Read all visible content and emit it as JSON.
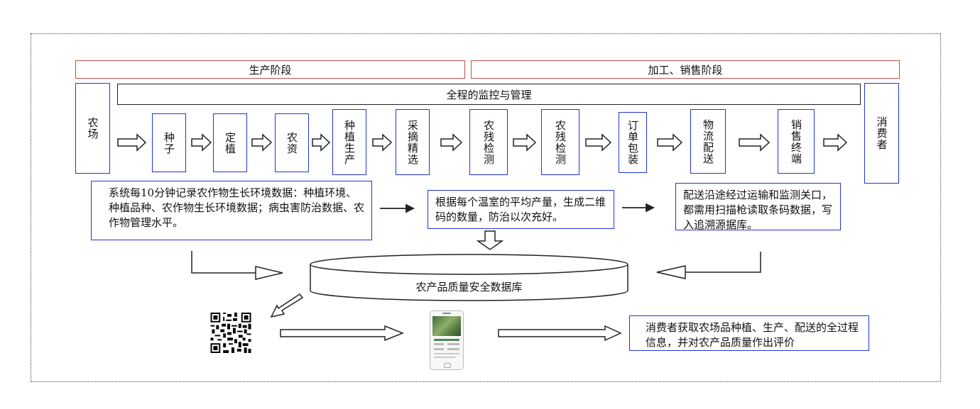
{
  "phases": {
    "production": "生产阶段",
    "processing_sales": "加工、销售阶段"
  },
  "monitor_label": "全程的监控与管理",
  "chain": {
    "farm": "农场",
    "seed": "种子",
    "planting": "定植",
    "inputs": "农资",
    "growing": "种植生产",
    "harvest": "采摘精选",
    "residue_test_1": "农残检测",
    "residue_test_2": "农残检测",
    "order_packing": "订单包装",
    "logistics": "物流配送",
    "retail": "销售终端",
    "consumer": "消费者"
  },
  "notes": {
    "sensor": "系统每10分钟记录农作物生长环境数据：种植环境、种植品种、农作物生长环境数据；病虫害防治数据、农作物管理水平。",
    "qrcode": "根据每个温室的平均产量，生成二维码的数量，防治以次充好。",
    "transport": "配送沿途经过运输和监测关口，都需用扫描枪读取条码数据，写入追溯源据库。"
  },
  "database": "农产品质量安全数据库",
  "consumer_info": "消费者获取农场品种植、生产、配送的全过程信息，并对农产品质量作出评价",
  "colors": {
    "phase_border": "#c0504d",
    "node_border": "#2233dd",
    "arrow": "#222222"
  },
  "icons": [
    "qr-code-icon",
    "smartphone-icon"
  ]
}
